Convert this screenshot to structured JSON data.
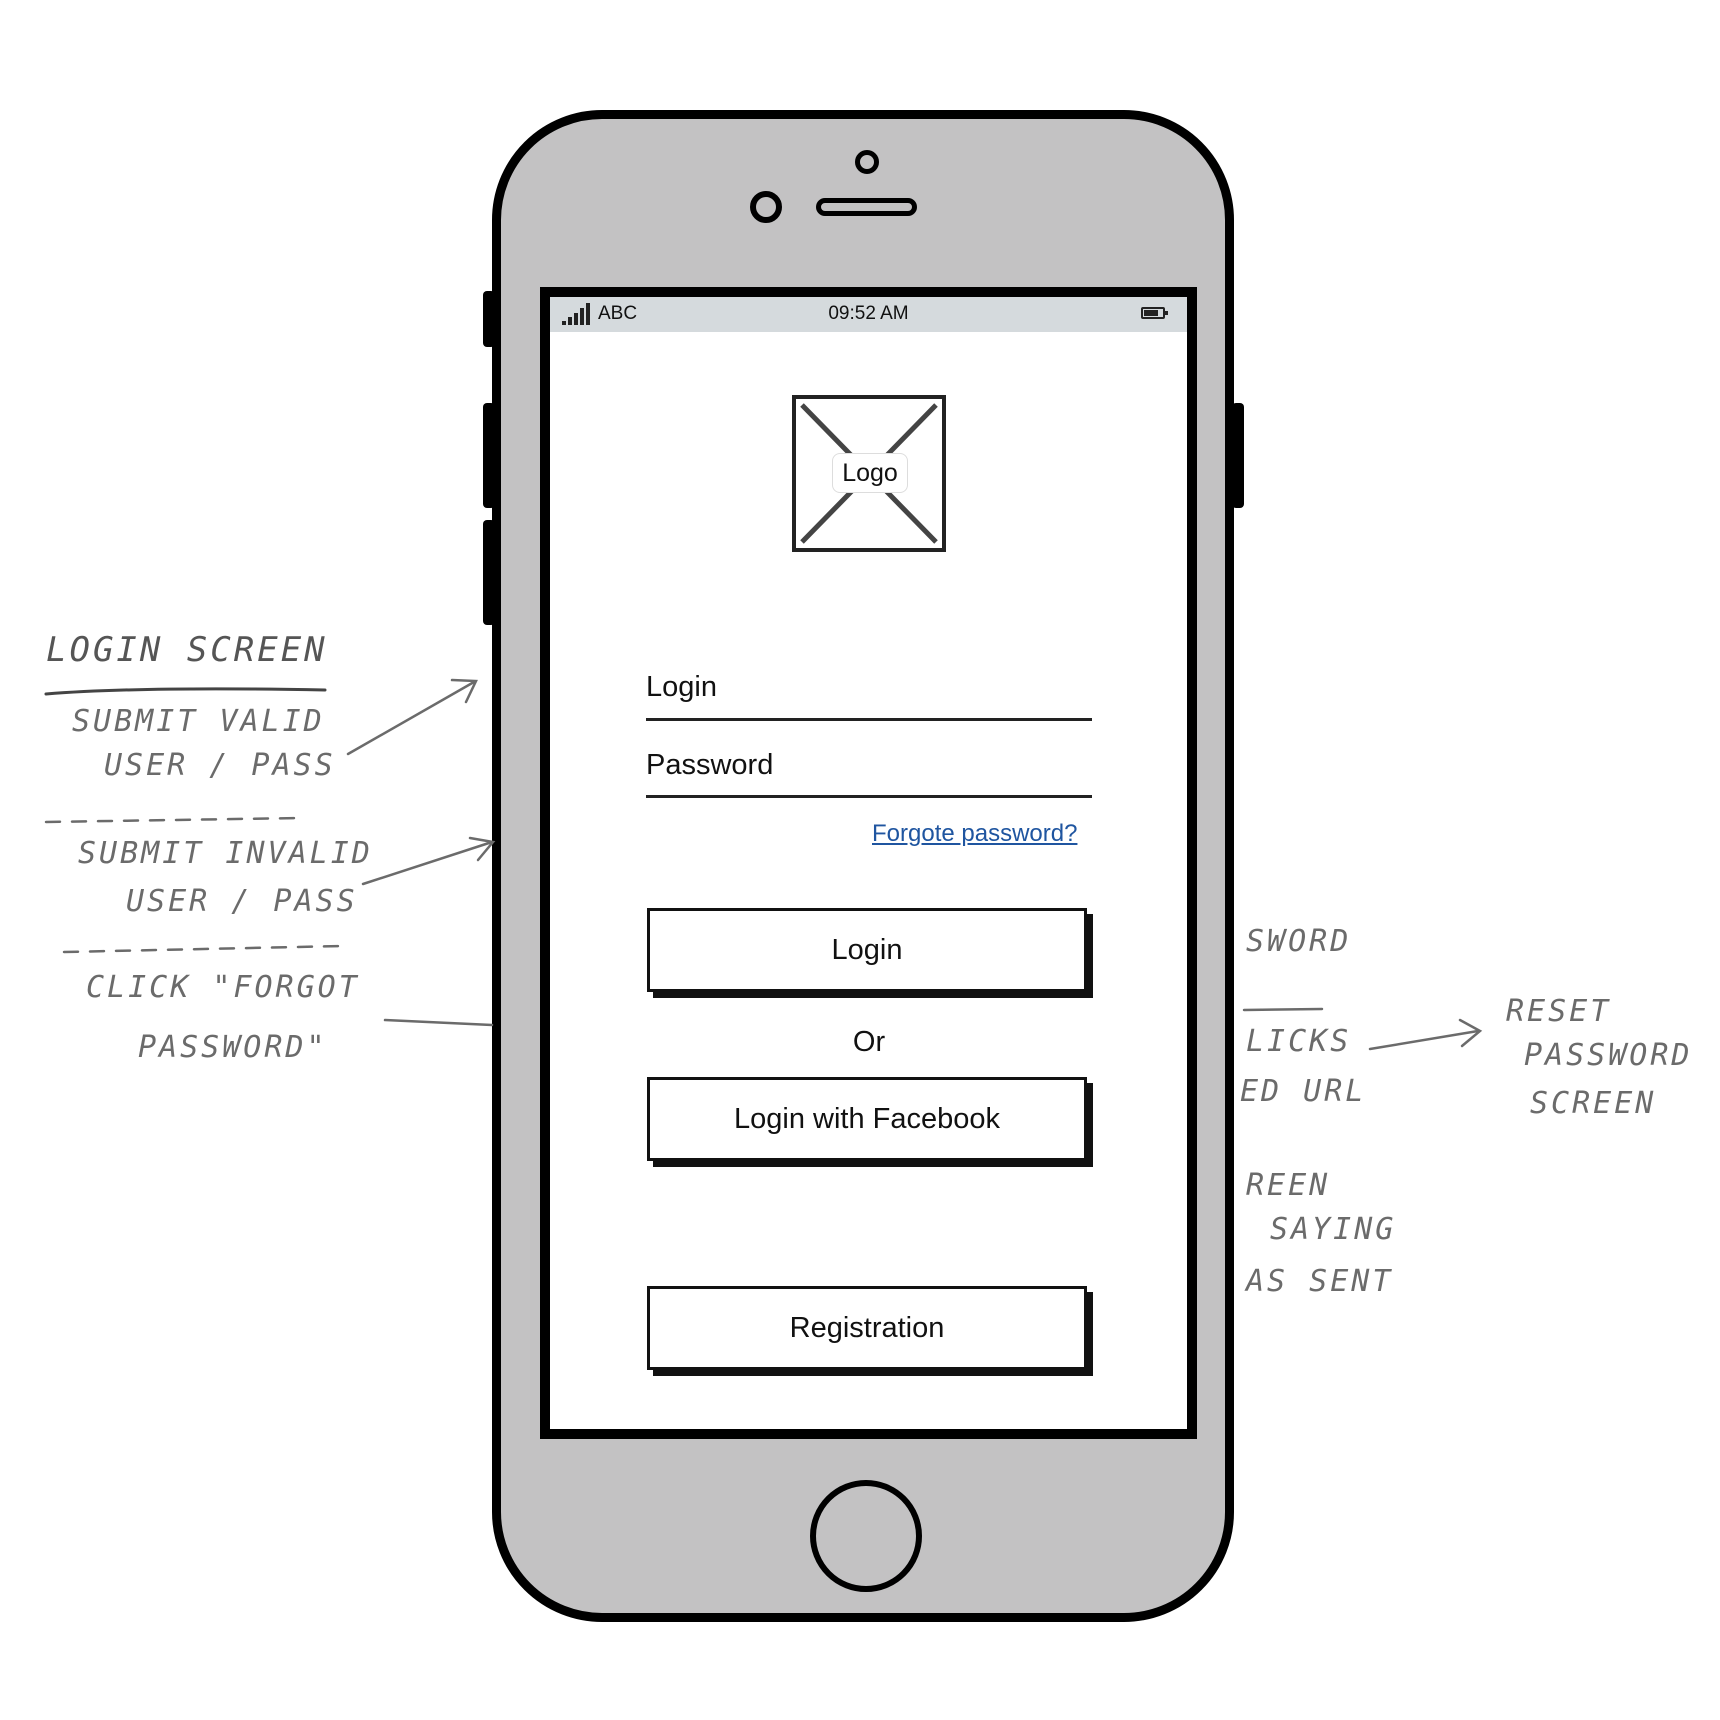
{
  "status_bar": {
    "carrier": "ABC",
    "time": "09:52 AM"
  },
  "logo": {
    "label": "Logo"
  },
  "form": {
    "login_label": "Login",
    "password_label": "Password",
    "forgot_link": "Forgote password?"
  },
  "buttons": {
    "login": "Login",
    "or_separator": "Or",
    "facebook": "Login with Facebook",
    "registration": "Registration"
  },
  "annotations_left": {
    "title": "LOGIN SCREEN",
    "note_1_line_1": "SUBMIT VALID",
    "note_1_line_2": "USER / PASS",
    "note_2_line_1": "SUBMIT INVALID",
    "note_2_line_2": "USER / PASS",
    "note_3_line_1": "CLICK \"FORGOT",
    "note_3_line_2": "PASSWORD\""
  },
  "annotations_right": {
    "fragment_1": "SWORD",
    "fragment_2": "LICKS",
    "fragment_3": "ED URL",
    "fragment_4": "REEN",
    "fragment_5": "SAYING",
    "fragment_6": "AS SENT",
    "target_line_1": "RESET",
    "target_line_2": "PASSWORD",
    "target_line_3": "SCREEN"
  }
}
